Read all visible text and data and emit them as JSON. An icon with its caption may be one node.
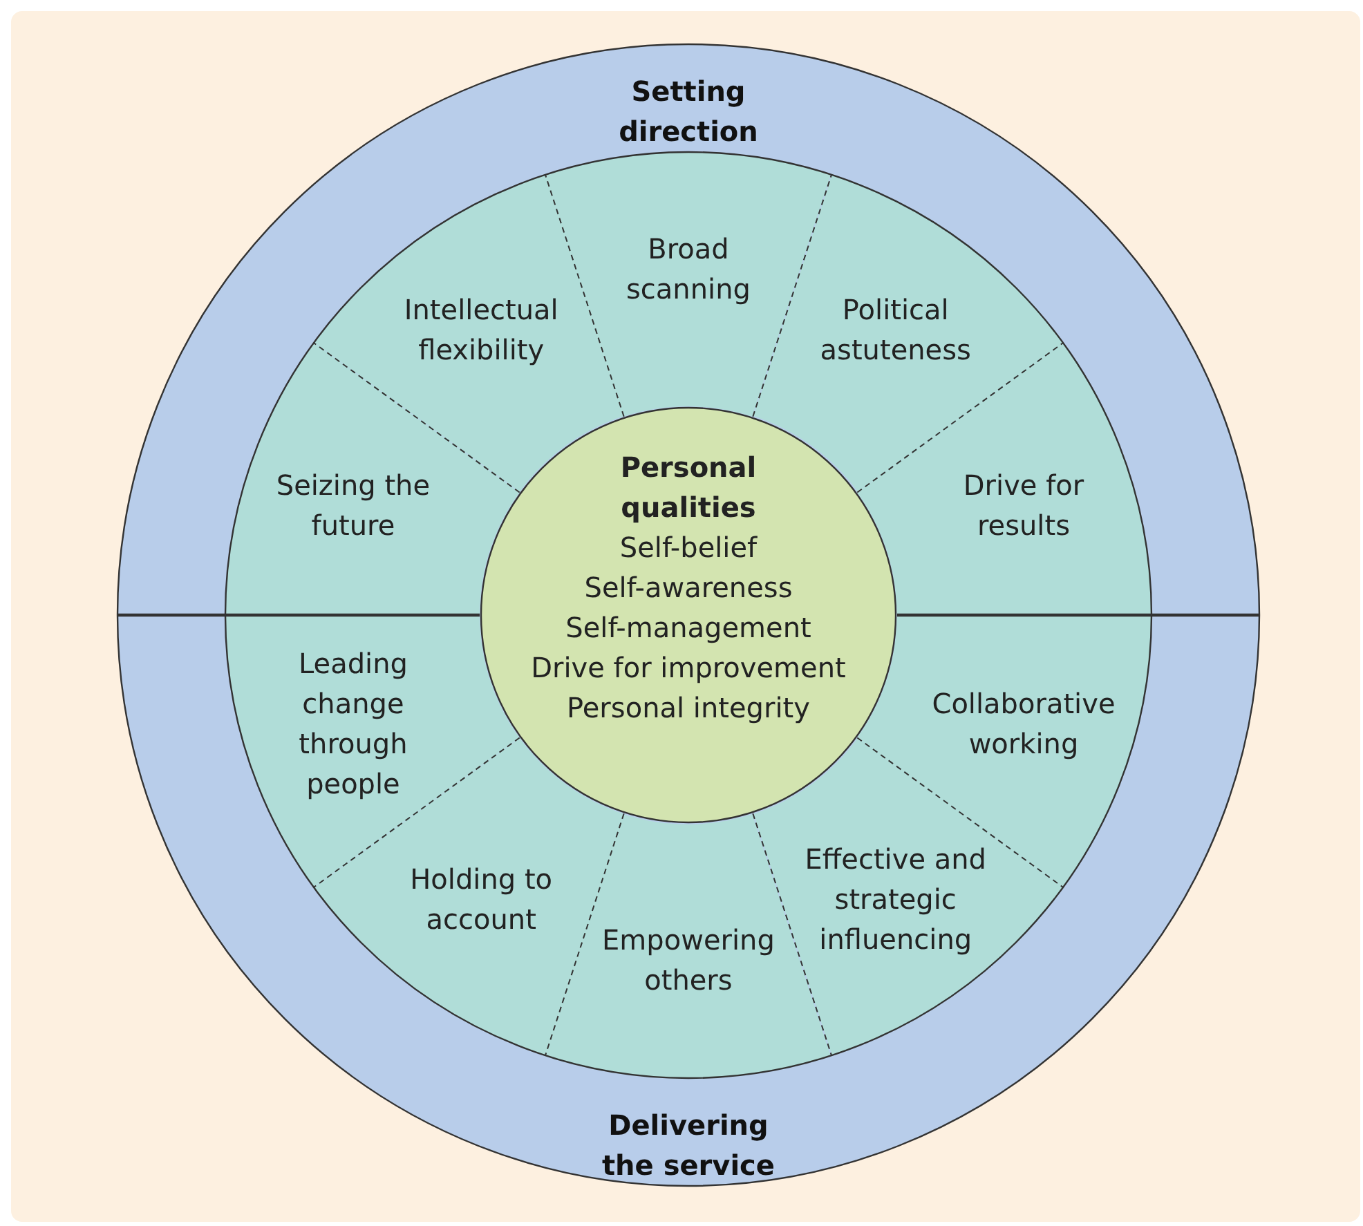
{
  "diagram": {
    "nodes": [
      {
        "text": [
          "Setting direction"
        ]
      },
      {
        "text": [
          "Seizing the future"
        ],
        "in": 0
      },
      {
        "text": [
          "Intellectual flexibility"
        ],
        "in": 0
      },
      {
        "text": [
          "Broad scanning"
        ],
        "in": 0
      },
      {
        "text": [
          "Political astuteness"
        ],
        "in": 0
      },
      {
        "text": [
          "Drive for results"
        ],
        "in": 0
      },
      {
        "text": [
          "Personal qualities",
          "Self-belief",
          "Self-awareness",
          "Self-management",
          "Drive for improvement",
          "Personal integrity"
        ]
      },
      {
        "text": [
          "Delivering the service"
        ]
      },
      {
        "text": [
          "Leading change through people"
        ],
        "in": 7
      },
      {
        "text": [
          "Collaborative working"
        ],
        "in": 7
      },
      {
        "text": [
          "Holding to account"
        ],
        "in": 7
      },
      {
        "text": [
          "Effective and strategic influencing"
        ],
        "in": 7
      },
      {
        "text": [
          "Empowering others"
        ],
        "in": 7
      }
    ]
  }
}
